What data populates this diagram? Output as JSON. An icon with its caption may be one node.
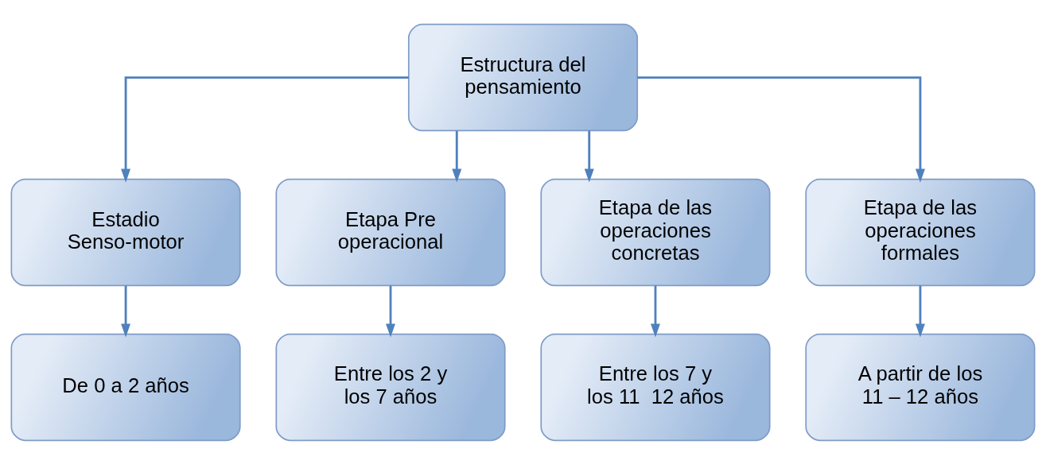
{
  "diagram": {
    "nodes": [
      {
        "text": [
          "Estructura del pensamiento"
        ]
      },
      {
        "text": [
          "Estadio Senso-motor"
        ]
      },
      {
        "text": [
          "Etapa Pre operacional"
        ]
      },
      {
        "text": [
          "Etapa de las operaciones concretas"
        ]
      },
      {
        "text": [
          "Etapa de las operaciones formales"
        ]
      },
      {
        "text": [
          "De 0 a 2 años"
        ]
      },
      {
        "text": [
          "Entre los 2 y los 7 años"
        ]
      },
      {
        "text": [
          "Entre los 7 y los 11  12 años"
        ]
      },
      {
        "text": [
          "A partir de los 11 – 12 años"
        ]
      }
    ],
    "edges": [
      {
        "from": 0,
        "to": 1,
        "arrow": "to"
      },
      {
        "from": 0,
        "to": 2,
        "arrow": "to"
      },
      {
        "from": 0,
        "to": 3,
        "arrow": "to"
      },
      {
        "from": 0,
        "to": 4,
        "arrow": "to"
      },
      {
        "from": 1,
        "to": 5,
        "arrow": "to"
      },
      {
        "from": 2,
        "to": 6,
        "arrow": "to"
      },
      {
        "from": 3,
        "to": 7,
        "arrow": "to"
      },
      {
        "from": 4,
        "to": 8,
        "arrow": "to"
      }
    ]
  }
}
